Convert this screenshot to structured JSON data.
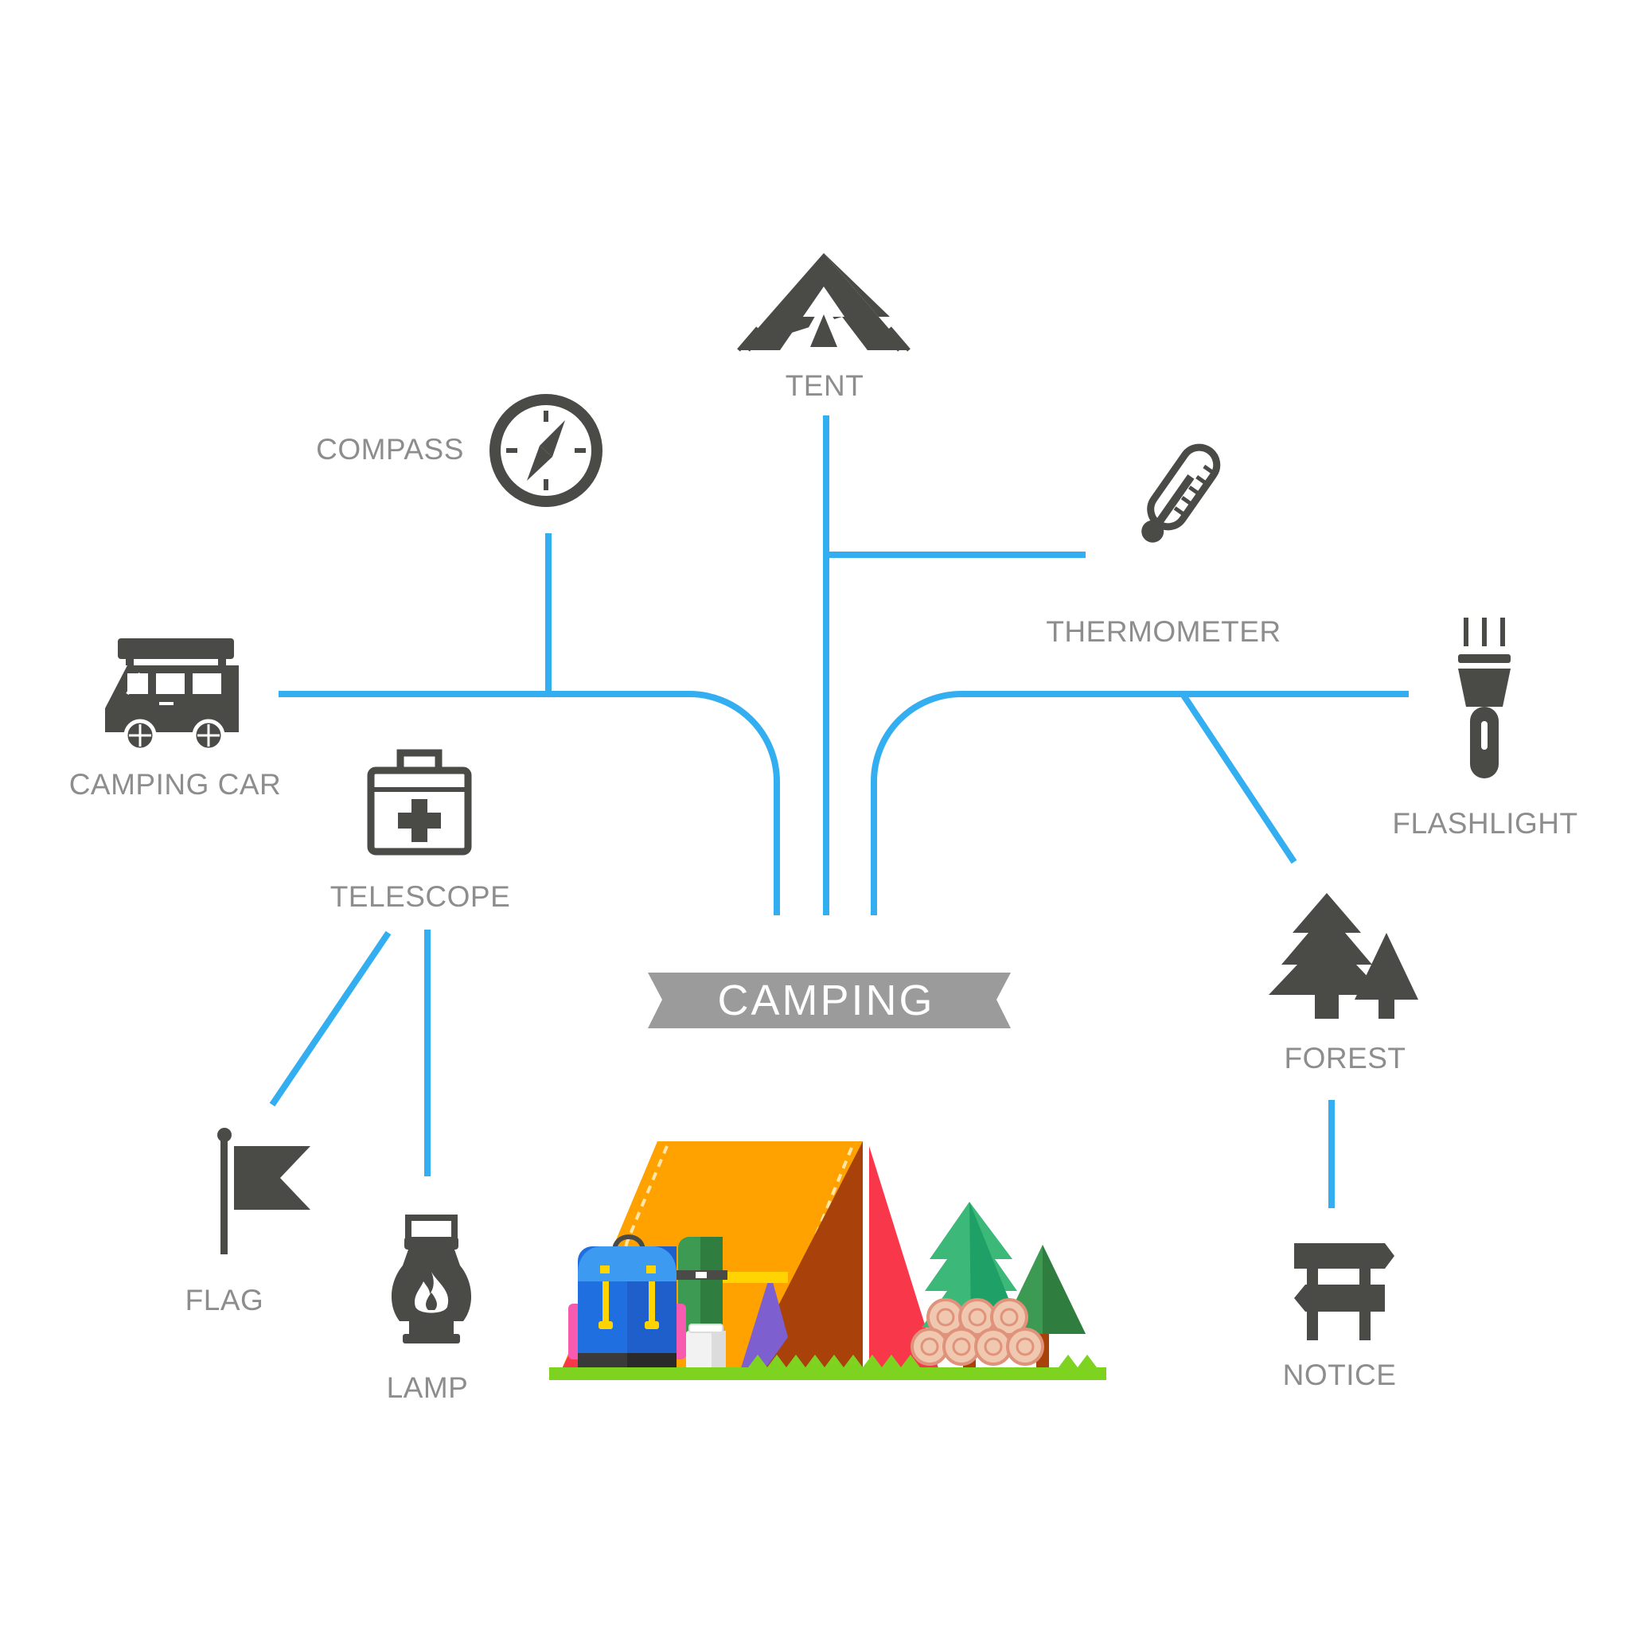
{
  "center": {
    "label": "CAMPING"
  },
  "nodes": {
    "tent": {
      "label": "TENT",
      "icon": "tent-icon"
    },
    "compass": {
      "label": "COMPASS",
      "icon": "compass-icon"
    },
    "thermometer": {
      "label": "THERMOMETER",
      "icon": "thermometer-icon"
    },
    "camping_car": {
      "label": "CAMPING CAR",
      "icon": "camper-van-icon"
    },
    "flashlight": {
      "label": "FLASHLIGHT",
      "icon": "flashlight-icon"
    },
    "telescope": {
      "label": "TELESCOPE",
      "icon": "first-aid-kit-icon"
    },
    "forest": {
      "label": "FOREST",
      "icon": "forest-icon"
    },
    "flag": {
      "label": "FLAG",
      "icon": "flag-icon"
    },
    "lamp": {
      "label": "LAMP",
      "icon": "lantern-icon"
    },
    "notice": {
      "label": "NOTICE",
      "icon": "signpost-icon"
    }
  },
  "colors": {
    "connector": "#33aef0",
    "icon": "#4a4a46",
    "label": "#8d8d8d",
    "banner": "#9b9b9b"
  }
}
